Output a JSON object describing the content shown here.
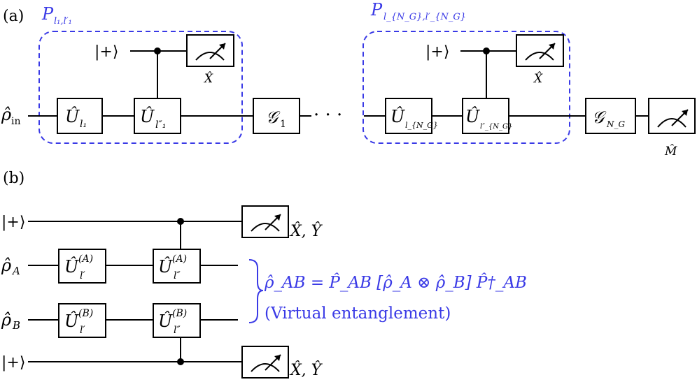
{
  "panel_a": {
    "label": "(a)",
    "input": "ρ̂",
    "input_sub": "in",
    "plus_state": "|+⟩",
    "group1": {
      "label": "P",
      "sub": "l₁,l′₁"
    },
    "group2": {
      "label": "P",
      "sub": "l_{N_G},l′_{N_G}"
    },
    "gate_u1": {
      "label": "Û",
      "sub": "l₁"
    },
    "gate_u1pp": {
      "label": "Û",
      "sub": "l″₁"
    },
    "gate_g1": {
      "label": "𝒢",
      "sub": "1"
    },
    "ellipsis": "· · ·",
    "gate_un": {
      "label": "Û",
      "sub": "l_{N_G}"
    },
    "gate_unpp": {
      "label": "Û",
      "sub": "l″_{N_G}"
    },
    "gate_gn": {
      "label": "𝒢",
      "sub": "N_G"
    },
    "meas_x1": "X̂",
    "meas_x2": "X̂",
    "meas_final": "M̂"
  },
  "panel_b": {
    "label": "(b)",
    "top_plus": "|+⟩",
    "bottom_plus": "|+⟩",
    "rho_a": "ρ̂",
    "rho_a_sub": "A",
    "rho_b": "ρ̂",
    "rho_b_sub": "B",
    "ua_lp": {
      "label": "Û",
      "sup": "(A)",
      "sub": "l′"
    },
    "ua_lpp": {
      "label": "Û",
      "sup": "(A)",
      "sub": "l″"
    },
    "ub_lp": {
      "label": "Û",
      "sup": "(B)",
      "sub": "l′"
    },
    "ub_lpp": {
      "label": "Û",
      "sup": "(B)",
      "sub": "l″"
    },
    "meas_top": "X̂, Ŷ",
    "meas_bottom": "X̂, Ŷ",
    "equation": "ρ̂_AB = P̂_AB [ρ̂_A ⊗ ρ̂_B] P̂†_AB",
    "annotation": "(Virtual entanglement)"
  },
  "colors": {
    "accent": "#3a3ae6",
    "ink": "#000000"
  }
}
